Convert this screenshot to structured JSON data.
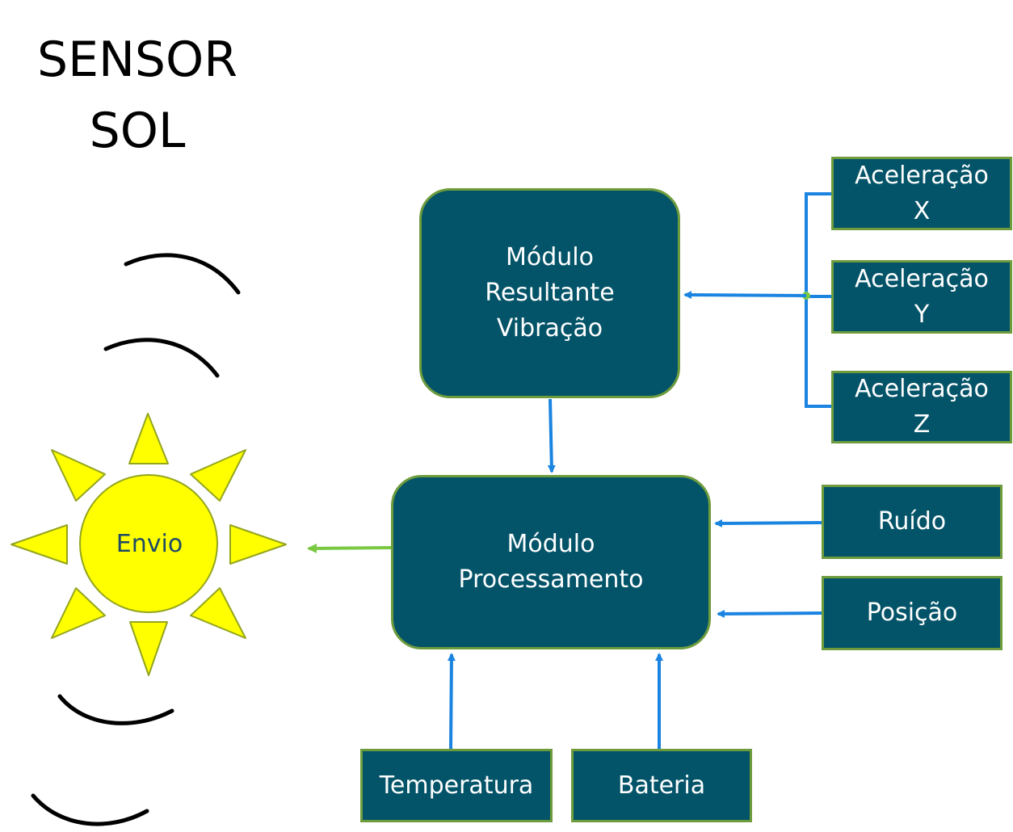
{
  "title": {
    "line1": "SENSOR",
    "line2": "SOL"
  },
  "sun": {
    "label": "Envio",
    "fill": "#ffff00",
    "stroke": "#94a51e"
  },
  "modules": {
    "vibration": {
      "label": "Módulo\nResultante\nVibração"
    },
    "processing": {
      "label": "Módulo\nProcessamento"
    }
  },
  "inputs": {
    "accel_x": "Aceleração\nX",
    "accel_y": "Aceleração\nY",
    "accel_z": "Aceleração\nZ",
    "noise": "Ruído",
    "position": "Posição",
    "temperature": "Temperatura",
    "battery": "Bateria"
  },
  "colors": {
    "box_fill": "#045469",
    "box_border": "#6e9c3d",
    "arrow_blue": "#1a84e0",
    "arrow_green": "#7ac943"
  }
}
